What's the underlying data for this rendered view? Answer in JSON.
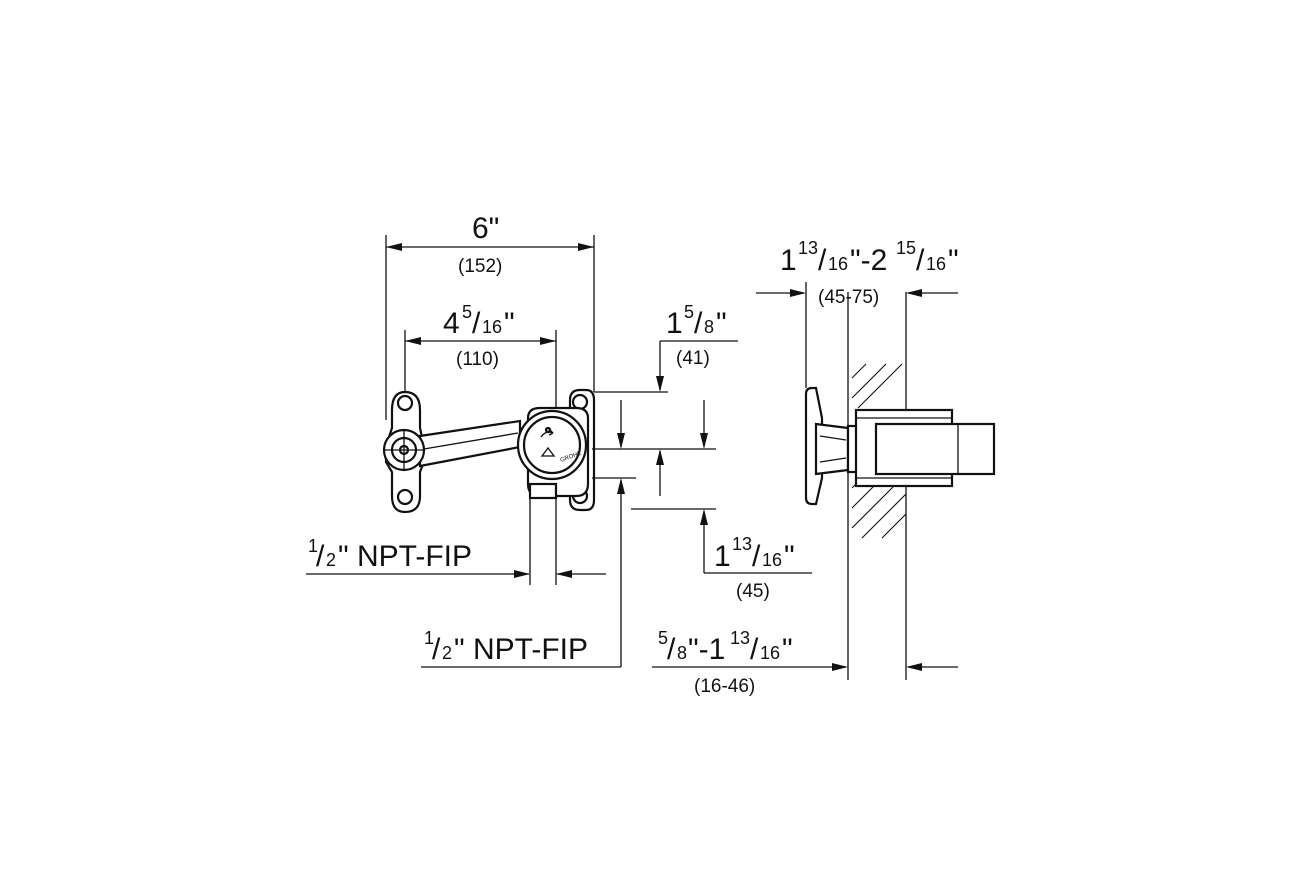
{
  "dims": {
    "overall_width": {
      "main": "6\"",
      "metric": "(152)"
    },
    "hole_spacing": {
      "whole": "4",
      "num": "5",
      "den": "16",
      "tail": "\"",
      "metric": "(110)"
    },
    "upper_offset": {
      "whole": "1",
      "num": "5",
      "den": "8",
      "tail": "\"",
      "metric": "(41)"
    },
    "wall_range": {
      "a_whole": "1",
      "a_num": "13",
      "a_den": "16",
      "mid": "\"-2",
      "b_num": "15",
      "b_den": "16",
      "tail": "\"",
      "metric": "(45-75)"
    },
    "lower_offset": {
      "whole": "1",
      "num": "13",
      "den": "16",
      "tail": "\"",
      "metric": "(45)"
    },
    "inlet_left": {
      "num": "1",
      "den": "2",
      "text": "\" NPT-FIP"
    },
    "inlet_bottom": {
      "num": "1",
      "den": "2",
      "text": "\" NPT-FIP"
    },
    "finish_range": {
      "a_num": "5",
      "a_den": "8",
      "mid": "\"-1",
      "b_num": "13",
      "b_den": "16",
      "tail": "\"",
      "metric": "(16-46)"
    }
  },
  "valve_marking": "GROHE"
}
